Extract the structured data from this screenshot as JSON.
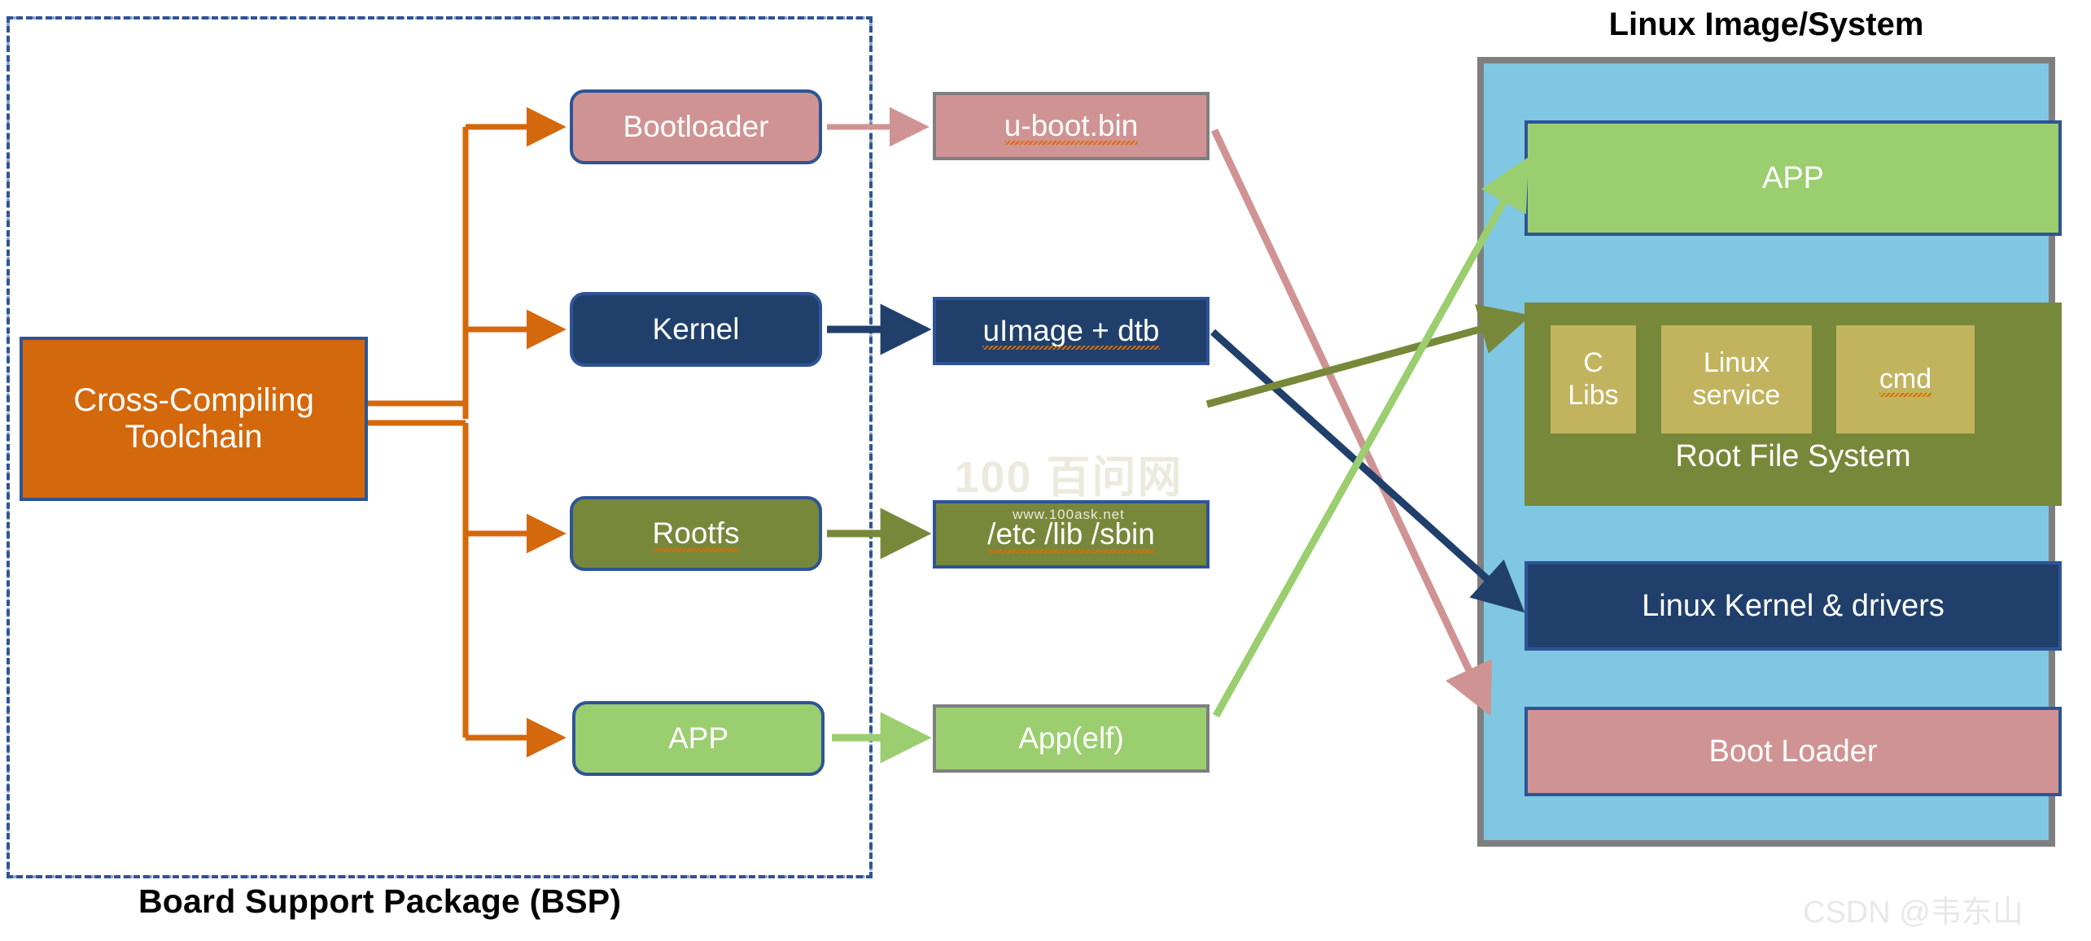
{
  "bsp": {
    "label": "Board Support Package (BSP)",
    "toolchain": "Cross-Compiling Toolchain",
    "stage1": [
      {
        "id": "bootloader",
        "label": "Bootloader"
      },
      {
        "id": "kernel",
        "label": "Kernel"
      },
      {
        "id": "rootfs",
        "label": "Rootfs"
      },
      {
        "id": "app",
        "label": "APP"
      }
    ],
    "stage2": [
      {
        "id": "uboot",
        "label": "u-boot.bin"
      },
      {
        "id": "uimage",
        "label": "uImage + dtb"
      },
      {
        "id": "etc",
        "label": "/etc /lib /sbin"
      },
      {
        "id": "appelf",
        "label": "App(elf)"
      }
    ]
  },
  "linux_system": {
    "title": "Linux Image/System",
    "app": "APP",
    "rootfs": {
      "label": "Root File System",
      "items": [
        {
          "id": "clibs",
          "label": "C\nLibs"
        },
        {
          "id": "service",
          "label": "Linux\nservice"
        },
        {
          "id": "cmd",
          "label": "cmd"
        }
      ]
    },
    "kernel": "Linux Kernel & drivers",
    "bootloader": "Boot Loader"
  },
  "watermarks": {
    "center_main": "100 百问网",
    "center_sub": "www.100ask.net",
    "csdn": "CSDN @韦东山"
  },
  "colors": {
    "toolchain_orange": "#d4680c",
    "bootloader_pink": "#d09393",
    "kernel_navy": "#20406b",
    "rootfs_olive": "#77883a",
    "app_green": "#9bce6f",
    "panel_blue": "#7fc7e2",
    "panel_border_gray": "#7f7f7f",
    "box_border_blue": "#2e5496",
    "rfs_sub_khaki": "#c2b45e"
  }
}
